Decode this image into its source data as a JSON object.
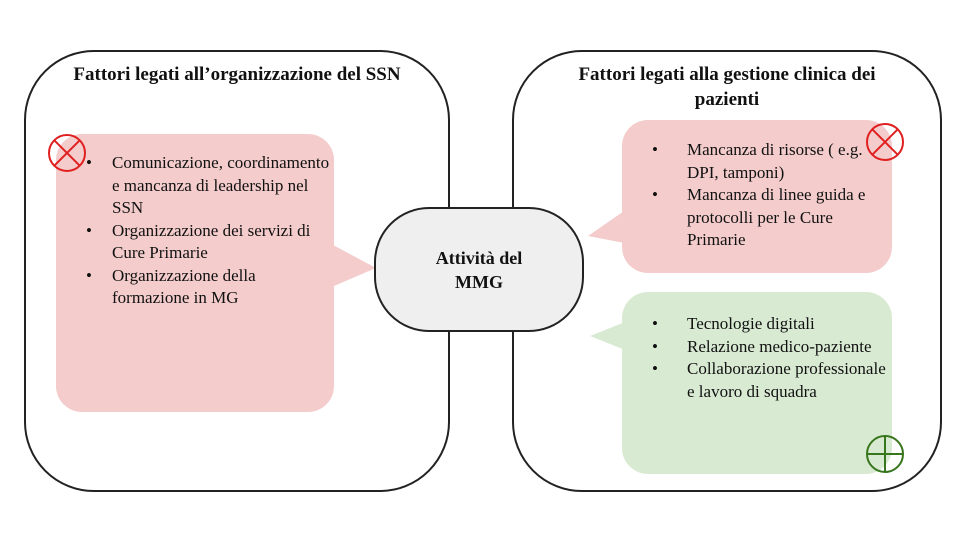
{
  "left_panel": {
    "title": "Fattori legati all’organizzazione del SSN",
    "items": [
      "Comunicazione, coordinamento e mancanza di leadership nel SSN",
      "Organizzazione dei servizi di Cure Primarie",
      "Organizzazione della formazione in MG"
    ]
  },
  "right_panel": {
    "title": "Fattori legati alla gestione clinica dei pazienti",
    "barriers": [
      "Mancanza di risorse ( e.g. DPI, tamponi)",
      "Mancanza di linee guida e protocolli per le Cure Primarie"
    ],
    "facilitators": [
      "Tecnologie digitali",
      "Relazione medico-paziente",
      "Collaborazione professionale e lavoro di squadra"
    ]
  },
  "center": {
    "label": "Attività del MMG"
  },
  "colors": {
    "barrier_fill": "#f4cccc",
    "facilitator_fill": "#d9ead3",
    "barrier_icon": "#e02020",
    "facilitator_icon": "#38761d",
    "center_fill": "#efefef",
    "outline": "#222222"
  },
  "icons": {
    "barrier": "circled-x-icon",
    "facilitator": "circled-plus-icon"
  }
}
